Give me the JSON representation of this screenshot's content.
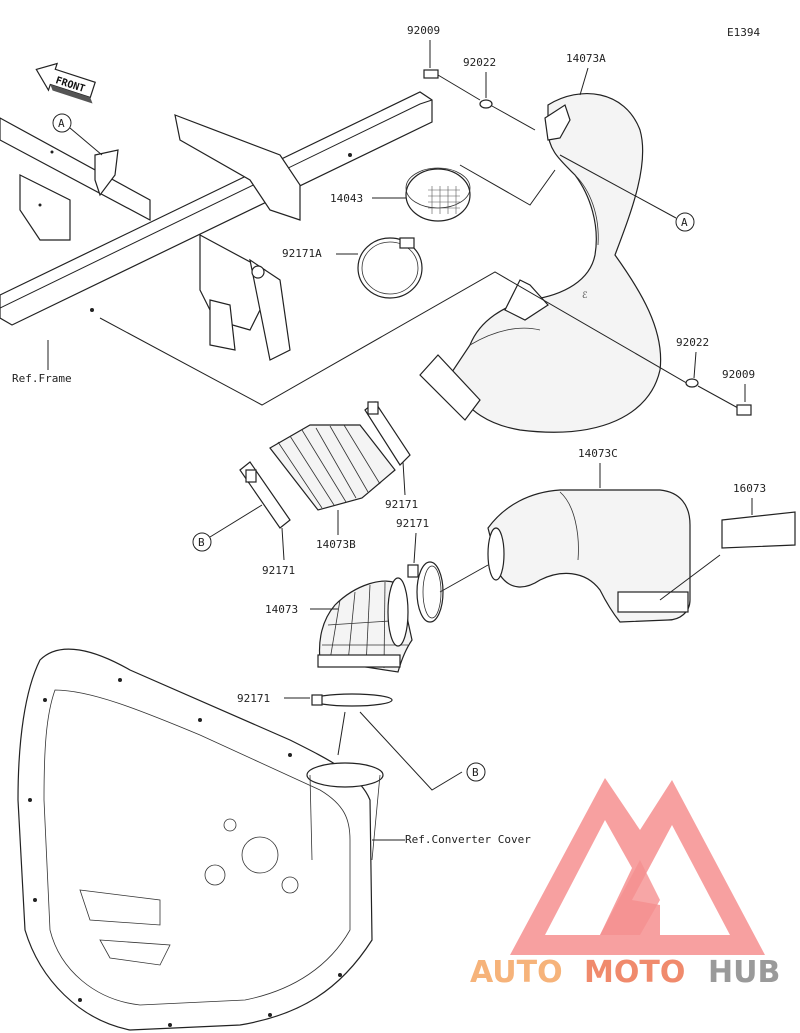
{
  "diagram_code": "E1394",
  "front_label": "FRONT",
  "ref_markers": {
    "a": "A",
    "b": "B"
  },
  "parts": {
    "p92009_top": "92009",
    "p92022_top": "92022",
    "p14073A": "14073A",
    "p14043": "14043",
    "p92171A": "92171A",
    "p92022_right": "92022",
    "p92009_right": "92009",
    "p14073C": "14073C",
    "p16073": "16073",
    "p92171_a": "92171",
    "p92171_b": "92171",
    "p92171_c": "92171",
    "p14073B": "14073B",
    "p14073": "14073",
    "p92171_d": "92171"
  },
  "refs": {
    "frame": "Ref.Frame",
    "converter_cover": "Ref.Converter Cover"
  },
  "watermark": {
    "auto": "AUTO",
    "moto": "MOTO",
    "hub": "HUB",
    "color_auto": "#f6b37a",
    "color_moto": "#f08a6c",
    "color_hub": "#9a9a9a",
    "logo_color": "#f26b6b"
  }
}
